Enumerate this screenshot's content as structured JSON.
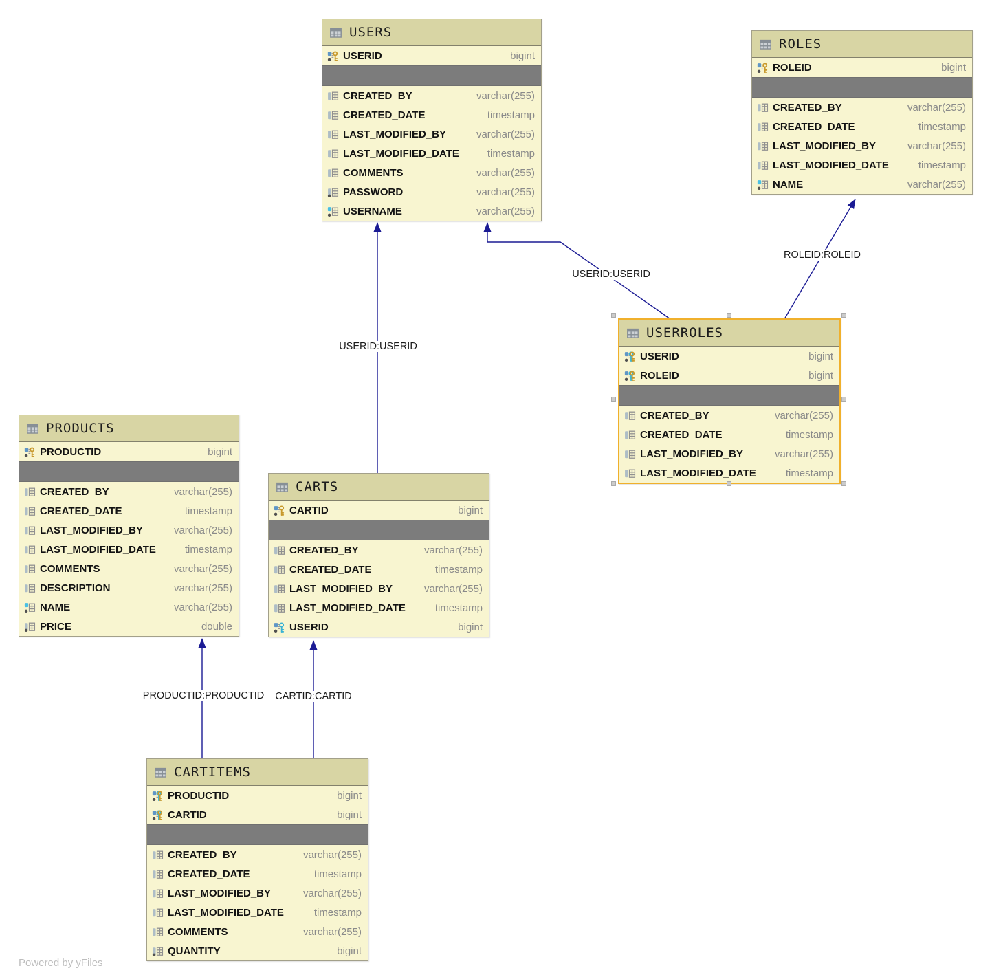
{
  "footer": "Powered by yFiles",
  "colors": {
    "entity_header": "#d8d5a4",
    "entity_body": "#f8f5d0",
    "separator": "#7c7c7c",
    "relationship_line": "#1b1b94",
    "selection_accent": "#f0b02c",
    "primary_key_gold": "#c8992c",
    "foreign_key_cyan": "#38b2d4",
    "type_text": "#8a8a8a"
  },
  "tables": [
    {
      "title": "USERS",
      "selected": false,
      "key_columns": [
        {
          "name": "USERID",
          "type": "bigint",
          "icon": "primary-key"
        }
      ],
      "columns": [
        {
          "name": "CREATED_BY",
          "type": "varchar(255)",
          "icon": "column"
        },
        {
          "name": "CREATED_DATE",
          "type": "timestamp",
          "icon": "column"
        },
        {
          "name": "LAST_MODIFIED_BY",
          "type": "varchar(255)",
          "icon": "column"
        },
        {
          "name": "LAST_MODIFIED_DATE",
          "type": "timestamp",
          "icon": "column"
        },
        {
          "name": "COMMENTS",
          "type": "varchar(255)",
          "icon": "column"
        },
        {
          "name": "PASSWORD",
          "type": "varchar(255)",
          "icon": "column-notnull"
        },
        {
          "name": "USERNAME",
          "type": "varchar(255)",
          "icon": "column-indexed"
        }
      ]
    },
    {
      "title": "ROLES",
      "selected": false,
      "key_columns": [
        {
          "name": "ROLEID",
          "type": "bigint",
          "icon": "primary-key"
        }
      ],
      "columns": [
        {
          "name": "CREATED_BY",
          "type": "varchar(255)",
          "icon": "column"
        },
        {
          "name": "CREATED_DATE",
          "type": "timestamp",
          "icon": "column"
        },
        {
          "name": "LAST_MODIFIED_BY",
          "type": "varchar(255)",
          "icon": "column"
        },
        {
          "name": "LAST_MODIFIED_DATE",
          "type": "timestamp",
          "icon": "column"
        },
        {
          "name": "NAME",
          "type": "varchar(255)",
          "icon": "column-indexed"
        }
      ]
    },
    {
      "title": "PRODUCTS",
      "selected": false,
      "key_columns": [
        {
          "name": "PRODUCTID",
          "type": "bigint",
          "icon": "primary-key"
        }
      ],
      "columns": [
        {
          "name": "CREATED_BY",
          "type": "varchar(255)",
          "icon": "column"
        },
        {
          "name": "CREATED_DATE",
          "type": "timestamp",
          "icon": "column"
        },
        {
          "name": "LAST_MODIFIED_BY",
          "type": "varchar(255)",
          "icon": "column"
        },
        {
          "name": "LAST_MODIFIED_DATE",
          "type": "timestamp",
          "icon": "column"
        },
        {
          "name": "COMMENTS",
          "type": "varchar(255)",
          "icon": "column"
        },
        {
          "name": "DESCRIPTION",
          "type": "varchar(255)",
          "icon": "column"
        },
        {
          "name": "NAME",
          "type": "varchar(255)",
          "icon": "column-indexed"
        },
        {
          "name": "PRICE",
          "type": "double",
          "icon": "column-notnull"
        }
      ]
    },
    {
      "title": "CARTS",
      "selected": false,
      "key_columns": [
        {
          "name": "CARTID",
          "type": "bigint",
          "icon": "primary-key"
        }
      ],
      "columns": [
        {
          "name": "CREATED_BY",
          "type": "varchar(255)",
          "icon": "column"
        },
        {
          "name": "CREATED_DATE",
          "type": "timestamp",
          "icon": "column"
        },
        {
          "name": "LAST_MODIFIED_BY",
          "type": "varchar(255)",
          "icon": "column"
        },
        {
          "name": "LAST_MODIFIED_DATE",
          "type": "timestamp",
          "icon": "column"
        },
        {
          "name": "USERID",
          "type": "bigint",
          "icon": "foreign-key"
        }
      ]
    },
    {
      "title": "USERROLES",
      "selected": true,
      "key_columns": [
        {
          "name": "USERID",
          "type": "bigint",
          "icon": "primary-foreign-key"
        },
        {
          "name": "ROLEID",
          "type": "bigint",
          "icon": "primary-foreign-key"
        }
      ],
      "columns": [
        {
          "name": "CREATED_BY",
          "type": "varchar(255)",
          "icon": "column"
        },
        {
          "name": "CREATED_DATE",
          "type": "timestamp",
          "icon": "column"
        },
        {
          "name": "LAST_MODIFIED_BY",
          "type": "varchar(255)",
          "icon": "column"
        },
        {
          "name": "LAST_MODIFIED_DATE",
          "type": "timestamp",
          "icon": "column"
        }
      ]
    },
    {
      "title": "CARTITEMS",
      "selected": false,
      "key_columns": [
        {
          "name": "PRODUCTID",
          "type": "bigint",
          "icon": "primary-foreign-key"
        },
        {
          "name": "CARTID",
          "type": "bigint",
          "icon": "primary-foreign-key"
        }
      ],
      "columns": [
        {
          "name": "CREATED_BY",
          "type": "varchar(255)",
          "icon": "column"
        },
        {
          "name": "CREATED_DATE",
          "type": "timestamp",
          "icon": "column"
        },
        {
          "name": "LAST_MODIFIED_BY",
          "type": "varchar(255)",
          "icon": "column"
        },
        {
          "name": "LAST_MODIFIED_DATE",
          "type": "timestamp",
          "icon": "column"
        },
        {
          "name": "COMMENTS",
          "type": "varchar(255)",
          "icon": "column"
        },
        {
          "name": "QUANTITY",
          "type": "bigint",
          "icon": "column-notnull"
        }
      ]
    }
  ],
  "edges": [
    {
      "label": "USERID:USERID",
      "from": "CARTS",
      "to": "USERS"
    },
    {
      "label": "USERID:USERID",
      "from": "USERROLES",
      "to": "USERS"
    },
    {
      "label": "ROLEID:ROLEID",
      "from": "USERROLES",
      "to": "ROLES"
    },
    {
      "label": "PRODUCTID:PRODUCTID",
      "from": "CARTITEMS",
      "to": "PRODUCTS"
    },
    {
      "label": "CARTID:CARTID",
      "from": "CARTITEMS",
      "to": "CARTS"
    }
  ]
}
